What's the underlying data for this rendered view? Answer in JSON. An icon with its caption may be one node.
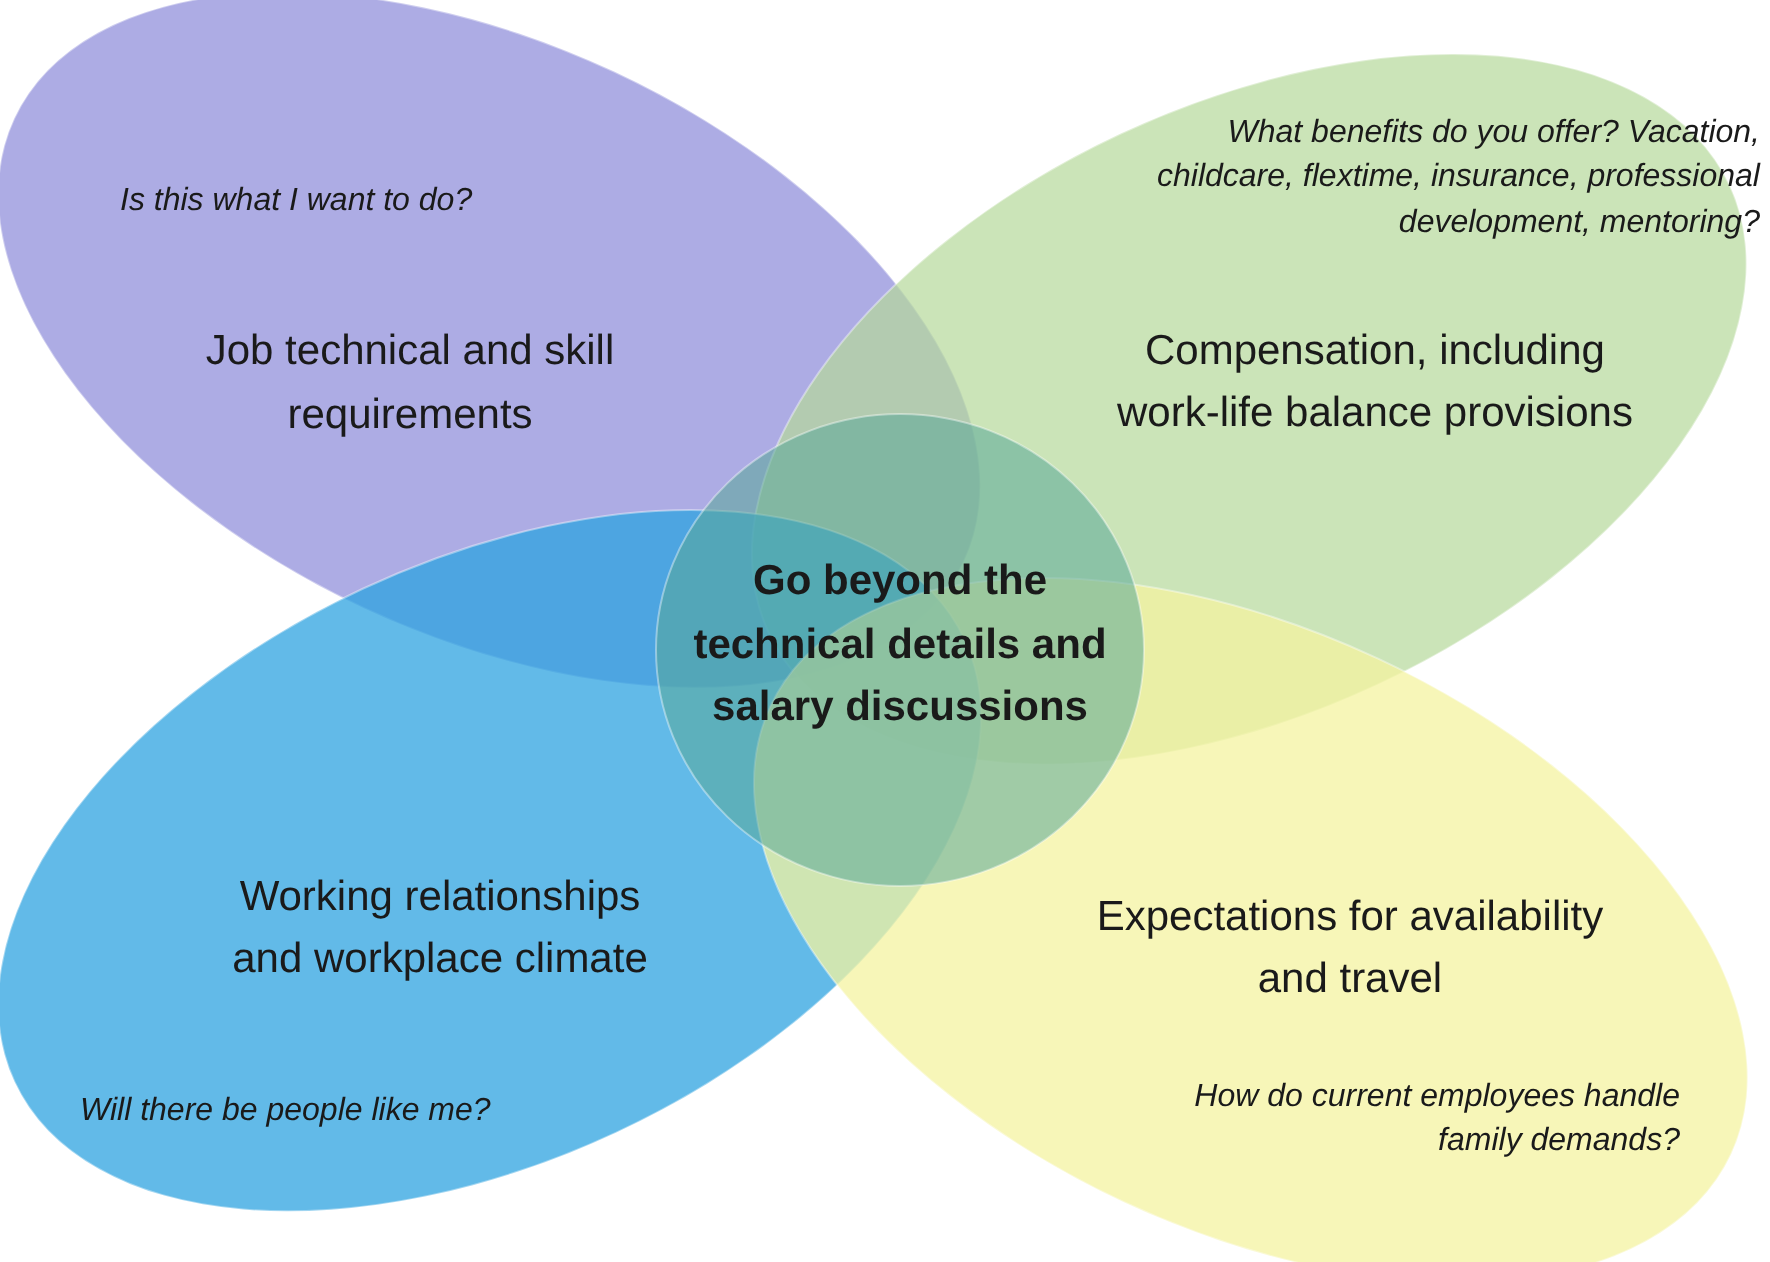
{
  "diagram": {
    "nodes": [
      {
        "text": [
          "Is this what I want to do?",
          "Job technical and skill requirements"
        ]
      },
      {
        "text": [
          "What benefits do you offer? Vacation, childcare, flextime, insurance, professional development, mentoring?",
          "Compensation, including work-life balance provisions"
        ]
      },
      {
        "text": [
          "Working relationships and workplace climate",
          "Will there be people like me?"
        ]
      },
      {
        "text": [
          "Expectations for availability and travel",
          "How do current employees handle family demands?"
        ]
      },
      {
        "text": [
          "Go beyond the technical details and salary discussions"
        ]
      }
    ]
  }
}
